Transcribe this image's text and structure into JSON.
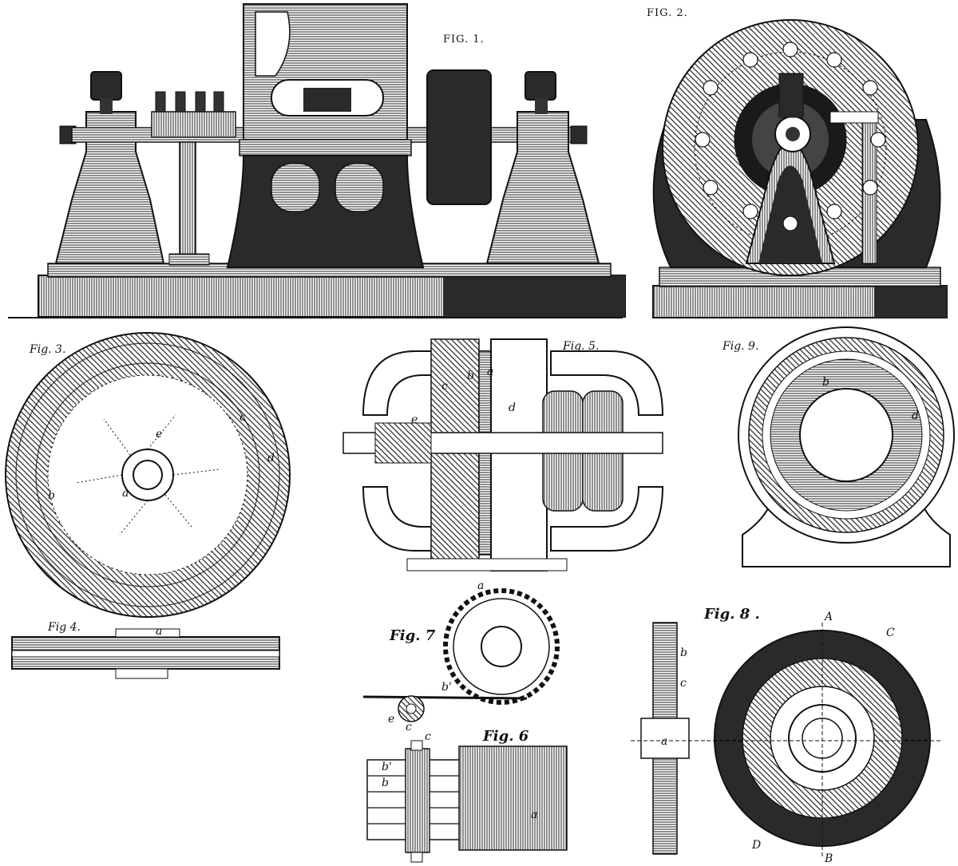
{
  "figures": {
    "fig1": {
      "caption": "FIG. 1."
    },
    "fig2": {
      "caption": "FIG. 2."
    },
    "fig3": {
      "caption": "Fig. 3.",
      "labels": [
        "a",
        "b",
        "c",
        "d",
        "e"
      ]
    },
    "fig4": {
      "caption": "Fig 4.",
      "labels": [
        "a"
      ]
    },
    "fig5": {
      "caption": "Fig. 5.",
      "labels": [
        "a",
        "b",
        "c",
        "d",
        "e"
      ]
    },
    "fig6": {
      "caption": "Fig. 6",
      "labels": [
        "a",
        "b",
        "b'",
        "c"
      ]
    },
    "fig7": {
      "caption": "Fig. 7",
      "labels": [
        "a",
        "b'",
        "c",
        "e"
      ]
    },
    "fig8": {
      "caption": "Fig. 8 .",
      "labels": [
        "A",
        "B",
        "C",
        "D",
        "a",
        "b",
        "c"
      ]
    },
    "fig9": {
      "caption": "Fig. 9.",
      "labels": [
        "b",
        "d"
      ]
    }
  },
  "colors": {
    "ink": "#111111",
    "paper": "#ffffff",
    "shade": "#3a3a3a"
  }
}
